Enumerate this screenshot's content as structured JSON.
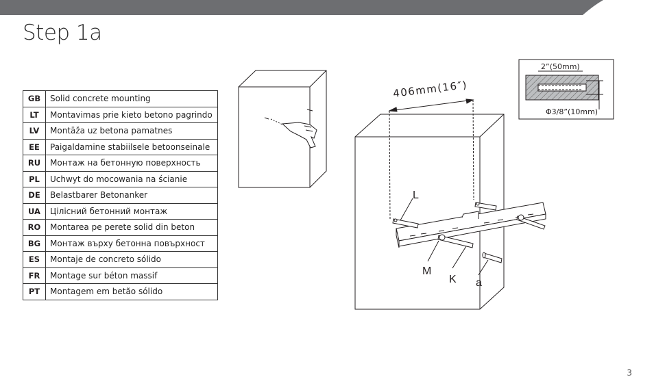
{
  "header": {
    "title": "Step 1a"
  },
  "languages": [
    {
      "code": "GB",
      "text": "Solid concrete mounting"
    },
    {
      "code": "LT",
      "text": "Montavimas prie kieto betono pagrindo"
    },
    {
      "code": "LV",
      "text": "Montāža uz betona pamatnes"
    },
    {
      "code": "EE",
      "text": "Paigaldamine stabiilsele betoonseinale"
    },
    {
      "code": "RU",
      "text": "Монтаж на бетонную поверхность"
    },
    {
      "code": "PL",
      "text": "Uchwyt do mocowania na ścianie"
    },
    {
      "code": "DE",
      "text": "Belastbarer Betonanker"
    },
    {
      "code": "UA",
      "text": "Цілісний бетонний монтаж"
    },
    {
      "code": "RO",
      "text": "Montarea pe perete solid din beton"
    },
    {
      "code": "BG",
      "text": "Монтаж върху бетонна повърхност"
    },
    {
      "code": "ES",
      "text": "Montaje de concreto sólido"
    },
    {
      "code": "FR",
      "text": "Montage sur béton massif"
    },
    {
      "code": "PT",
      "text": "Montagem em betão sólido"
    }
  ],
  "diagram": {
    "spacing_label": "406mm(16″)",
    "depth_label": "2”(50mm)",
    "diameter_label": "Φ3/8”(10mm)",
    "label_L": "L",
    "label_M": "M",
    "label_K": "K",
    "label_a": "a"
  },
  "footer": {
    "page_number": "3"
  },
  "colors": {
    "header_bar": "#6d6e71",
    "hatch_fill": "#bcbec0"
  }
}
